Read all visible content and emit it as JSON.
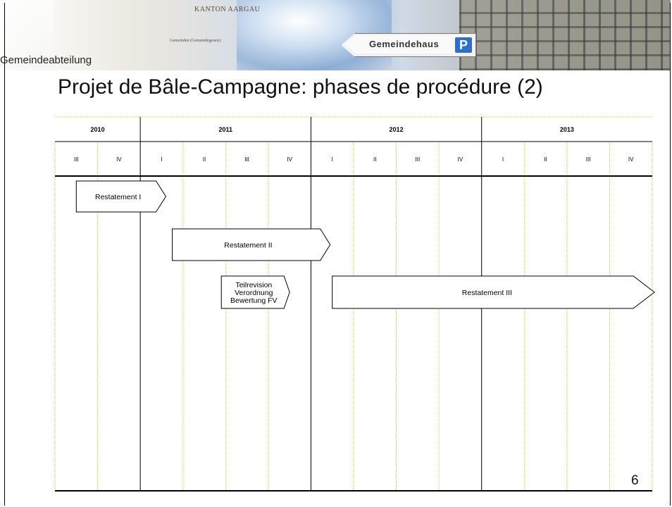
{
  "header": {
    "department": "Gemeindeabteilung",
    "banner_kanton": "KANTON AARGAU",
    "banner_gemeinden": "Gemeinden (Gemeindegesetz)",
    "sign_label": "Gemeindehaus",
    "sign_parking": "P"
  },
  "title": "Projet de Bâle-Campagne: phases de procédure (2)",
  "page_number": "6",
  "timeline": {
    "years": [
      {
        "label": "2010",
        "quarters": [
          "III",
          "IV"
        ]
      },
      {
        "label": "2011",
        "quarters": [
          "I",
          "II",
          "III",
          "IV"
        ]
      },
      {
        "label": "2012",
        "quarters": [
          "I",
          "II",
          "III",
          "IV"
        ]
      },
      {
        "label": "2013",
        "quarters": [
          "I",
          "II",
          "III",
          "IV"
        ]
      }
    ]
  },
  "phases": [
    {
      "lines": [
        "Restatement I"
      ],
      "start_quarter": 0.5,
      "end_quarter": 2.6
    },
    {
      "lines": [
        "Restatement II"
      ],
      "start_quarter": 2.75,
      "end_quarter": 6.45
    },
    {
      "lines": [
        "Teilrevision",
        "Verordnung",
        "Bewertung FV"
      ],
      "start_quarter": 3.9,
      "end_quarter": 5.5
    },
    {
      "lines": [
        "Restatement III"
      ],
      "start_quarter": 6.5,
      "end_quarter": 14.05
    }
  ],
  "colors": {
    "grid_minor": "#c8d24a",
    "grid_major": "#000000",
    "phase_fill": "#ffffff",
    "phase_stroke": "#000000"
  }
}
